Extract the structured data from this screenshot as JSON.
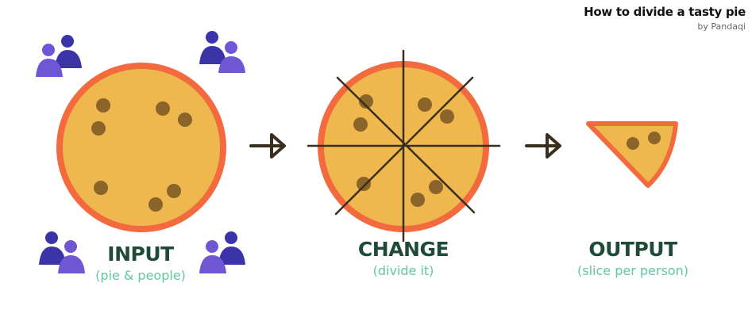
{
  "header": {
    "title": "How to divide a tasty pie",
    "author": "by Pandaqi"
  },
  "stages": [
    {
      "label": "INPUT",
      "sublabel": "(pie & people)"
    },
    {
      "label": "CHANGE",
      "sublabel": "(divide it)"
    },
    {
      "label": "OUTPUT",
      "sublabel": "(slice per person)"
    }
  ],
  "icons": {
    "people": "people-group-icon",
    "arrow": "arrow-right-icon",
    "pie": "pie-icon",
    "slice": "pie-slice-icon"
  },
  "colors": {
    "crust": "#f26a3d",
    "filling": "#eeb84f",
    "dots": "#8a6428",
    "people_dark": "#3b34a8",
    "people_light": "#6e56d4",
    "label": "#1e4a38",
    "sublabel": "#5fc89f",
    "cut_lines": "#3a2e1e",
    "arrow": "#3a2e1e"
  }
}
